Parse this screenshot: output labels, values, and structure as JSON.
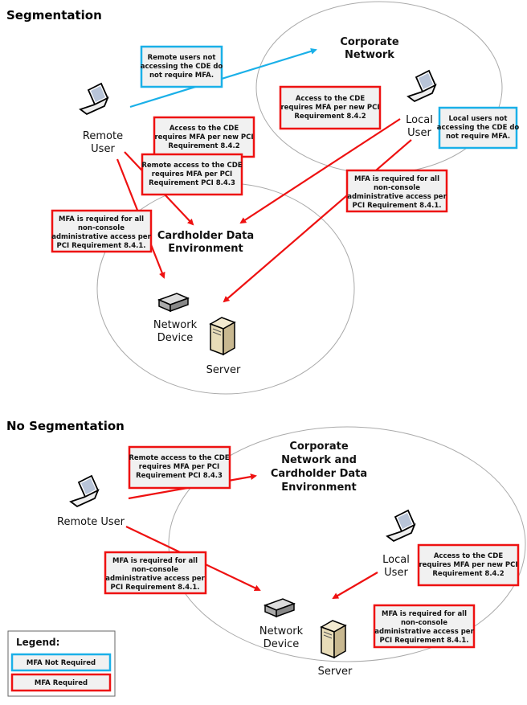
{
  "top": {
    "title": "Segmentation",
    "corporate_network": [
      "Corporate",
      "Network"
    ],
    "cde": [
      "Cardholder Data",
      "Environment"
    ],
    "remote_user": [
      "Remote",
      "User"
    ],
    "local_user": [
      "Local",
      "User"
    ],
    "network_device": [
      "Network",
      "Device"
    ],
    "server": "Server",
    "notes": {
      "remote_no_mfa": [
        "Remote users not",
        "accessing the CDE do",
        "not require MFA."
      ],
      "remote_cde_842": [
        "Access to the CDE",
        "requires MFA per new PCI",
        "Requirement 8.4.2"
      ],
      "remote_cde_843": [
        "Remote access to the CDE",
        "requires MFA per PCI",
        "Requirement PCI 8.4.3"
      ],
      "remote_admin_841": [
        "MFA is required for all",
        "non-console",
        "administrative access per",
        "PCI Requirement 8.4.1."
      ],
      "local_cde_842": [
        "Access to the CDE",
        "requires MFA per new PCI",
        "Requirement 8.4.2"
      ],
      "local_no_mfa": [
        "Local users not",
        "accessing the CDE do",
        "not require MFA."
      ],
      "local_admin_841": [
        "MFA is required for all",
        "non-console",
        "administrative access per",
        "PCI Requirement 8.4.1."
      ]
    }
  },
  "bottom": {
    "title": "No Segmentation",
    "network": [
      "Corporate",
      "Network and",
      "Cardholder Data",
      "Environment"
    ],
    "remote_user": "Remote User",
    "local_user": [
      "Local",
      "User"
    ],
    "network_device": [
      "Network",
      "Device"
    ],
    "server": "Server",
    "notes": {
      "remote_843": [
        "Remote access to the CDE",
        "requires MFA per PCI",
        "Requirement PCI 8.4.3"
      ],
      "remote_admin_841": [
        "MFA is required for all",
        "non-console",
        "administrative access per",
        "PCI Requirement 8.4.1."
      ],
      "local_842": [
        "Access to the CDE",
        "requires MFA per new PCI",
        "Requirement 8.4.2"
      ],
      "local_admin_841": [
        "MFA is required for all",
        "non-console",
        "administrative access per",
        "PCI Requirement 8.4.1."
      ]
    }
  },
  "legend": {
    "title": "Legend:",
    "not_required": "MFA Not Required",
    "required": "MFA Required"
  },
  "colors": {
    "mfa_required": "#ee1111",
    "mfa_not_required": "#1ab0e8"
  }
}
